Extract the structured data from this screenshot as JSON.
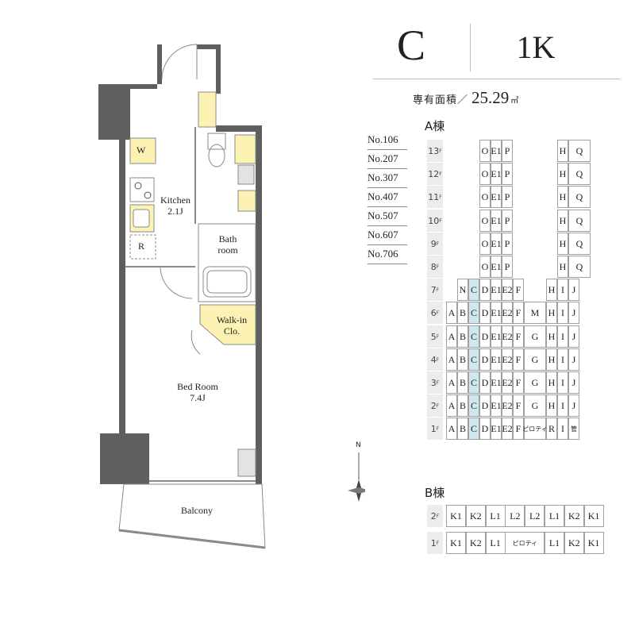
{
  "header": {
    "unit_letter": "C",
    "unit_type": "1K",
    "area_label": "専有面積／",
    "area_value": "25.29",
    "area_unit": "㎡"
  },
  "unit_numbers": [
    "No.106",
    "No.207",
    "No.307",
    "No.407",
    "No.507",
    "No.607",
    "No.706"
  ],
  "plan": {
    "kitchen": "Kitchen",
    "kitchen_size": "2.1J",
    "bath": "Bath",
    "bath_sub": "room",
    "walkin": "Walk-in",
    "walkin_sub": "Clo.",
    "bedroom": "Bed Room",
    "bedroom_size": "7.4J",
    "balcony": "Balcony",
    "washer": "W",
    "fridge": "R",
    "compass_n": "N"
  },
  "colors": {
    "wall": "#5f5f5f",
    "storage": "#fbf2b4",
    "highlight": "#cfe7ef",
    "line": "#8a8a8a"
  },
  "building_a": {
    "title": "A棟",
    "floors": [
      {
        "label": "13",
        "cells": [
          "O",
          "E1",
          "P",
          "H",
          "Q"
        ]
      },
      {
        "label": "12",
        "cells": [
          "O",
          "E1",
          "P",
          "H",
          "Q"
        ]
      },
      {
        "label": "11",
        "cells": [
          "O",
          "E1",
          "P",
          "H",
          "Q"
        ]
      },
      {
        "label": "10",
        "cells": [
          "O",
          "E1",
          "P",
          "H",
          "Q"
        ]
      },
      {
        "label": "9",
        "cells": [
          "O",
          "E1",
          "P",
          "H",
          "Q"
        ]
      },
      {
        "label": "8",
        "cells": [
          "O",
          "E1",
          "P",
          "H",
          "Q"
        ]
      },
      {
        "label": "7",
        "cells": [
          "N",
          "C",
          "D",
          "E1",
          "E2",
          "F",
          "H",
          "I",
          "J"
        ]
      },
      {
        "label": "6",
        "cells": [
          "A",
          "B",
          "C",
          "D",
          "E1",
          "E2",
          "F",
          "M",
          "H",
          "I",
          "J"
        ]
      },
      {
        "label": "5",
        "cells": [
          "A",
          "B",
          "C",
          "D",
          "E1",
          "E2",
          "F",
          "G",
          "H",
          "I",
          "J"
        ]
      },
      {
        "label": "4",
        "cells": [
          "A",
          "B",
          "C",
          "D",
          "E1",
          "E2",
          "F",
          "G",
          "H",
          "I",
          "J"
        ]
      },
      {
        "label": "3",
        "cells": [
          "A",
          "B",
          "C",
          "D",
          "E1",
          "E2",
          "F",
          "G",
          "H",
          "I",
          "J"
        ]
      },
      {
        "label": "2",
        "cells": [
          "A",
          "B",
          "C",
          "D",
          "E1",
          "E2",
          "F",
          "G",
          "H",
          "I",
          "J"
        ]
      },
      {
        "label": "1",
        "cells": [
          "A",
          "B",
          "C",
          "D",
          "E1",
          "E2",
          "F",
          "ピロティ",
          "R",
          "I",
          "管"
        ]
      }
    ]
  },
  "building_b": {
    "title": "B棟",
    "floors": [
      {
        "label": "2",
        "cells": [
          "K1",
          "K2",
          "L1",
          "L2",
          "L2",
          "L1",
          "K2",
          "K1"
        ]
      },
      {
        "label": "1",
        "cells": [
          "K1",
          "K2",
          "L1",
          "ピロティ",
          "L1",
          "K2",
          "K1"
        ]
      }
    ]
  },
  "floor_suffix": "F"
}
